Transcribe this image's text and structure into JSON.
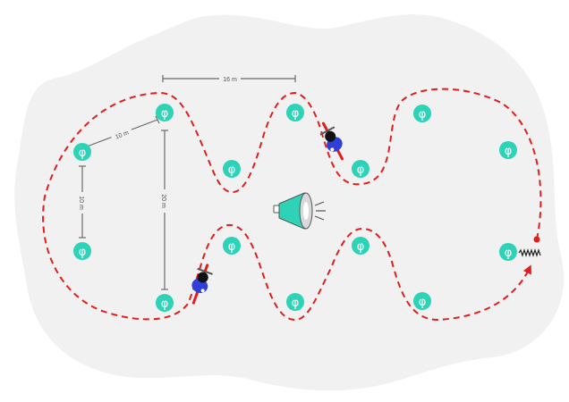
{
  "colors": {
    "field": "#f1f1f1",
    "route": "#e01e1e",
    "cone": "#2ed3b7",
    "measure": "#6a6a6a",
    "rider": "#2f3fd8"
  },
  "cone_symbol": "φ",
  "measurements": {
    "top": "16 m",
    "diagonal": "10 m",
    "left": "10 m",
    "vertical": "20 m"
  },
  "icons": {
    "megaphone": "megaphone-icon",
    "cyclist": "cyclist-icon",
    "finish": "zigzag-finish-icon"
  }
}
